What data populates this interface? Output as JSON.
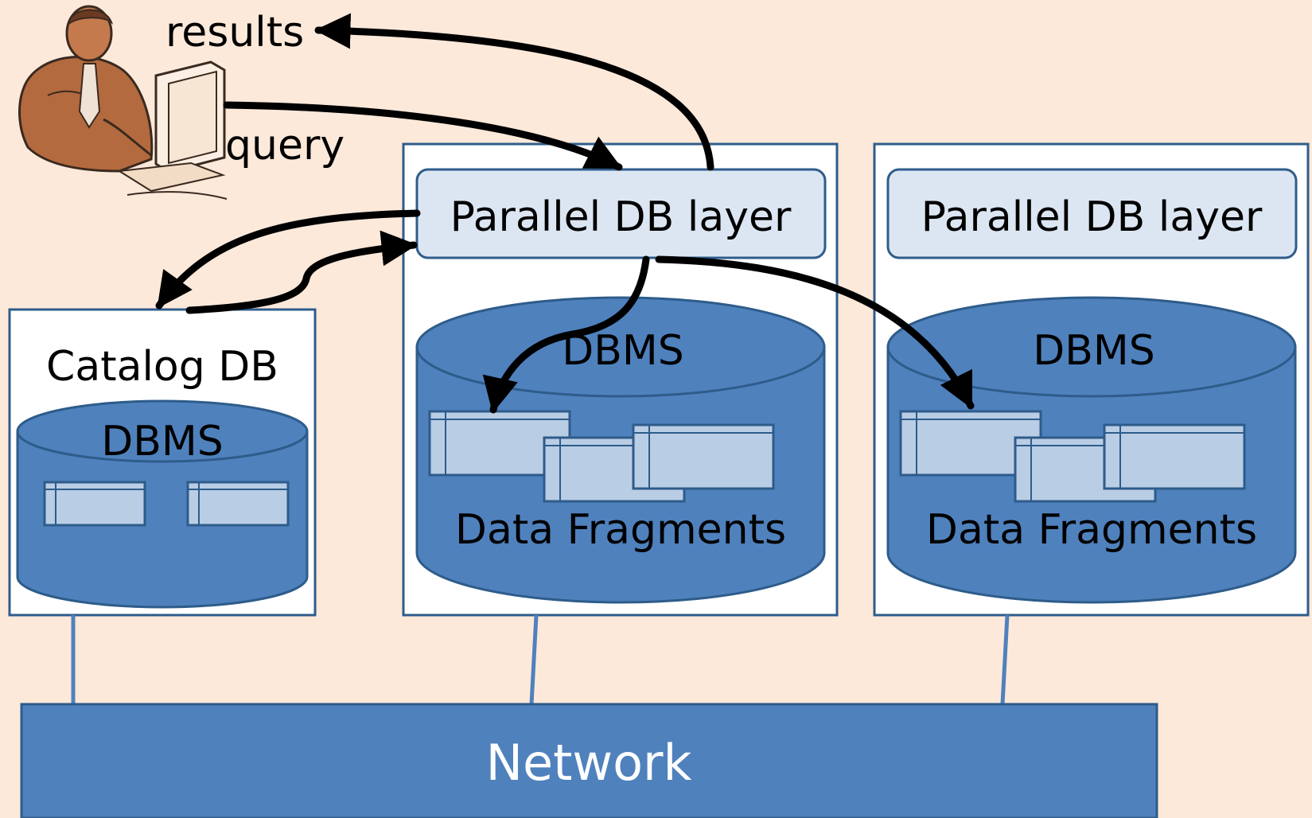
{
  "labels": {
    "results": "results",
    "query": "query",
    "parallel_db_layer": "Parallel DB layer",
    "catalog_db": "Catalog DB",
    "dbms": "DBMS",
    "data_fragments": "Data Fragments",
    "network": "Network"
  },
  "colors": {
    "background": "#fde9da",
    "box_border": "#2e5c8a",
    "cylinder_fill": "#4f81bd",
    "cylinder_stroke": "#2e5c8a",
    "layer_fill": "#dce6f2",
    "fragment_fill": "#b9cde5",
    "network_fill": "#4f81bd",
    "arrow": "#000000"
  }
}
